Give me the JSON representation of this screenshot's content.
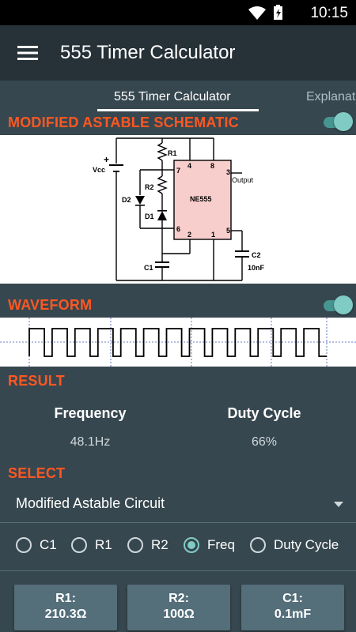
{
  "status": {
    "time": "10:15"
  },
  "app": {
    "title": "555 Timer Calculator"
  },
  "tabs": [
    {
      "label": "555 Timer Calculator"
    },
    {
      "label": "Explanat"
    }
  ],
  "schematic": {
    "title": "MODIFIED ASTABLE SCHEMATIC",
    "labels": {
      "r1": "R1",
      "r2": "R2",
      "d1": "D1",
      "d2": "D2",
      "c1": "C1",
      "c2": "C2",
      "c2_value": "10nF",
      "vcc": "Vcc",
      "plus": "+",
      "chip": "NE555",
      "output": "Output",
      "pin4": "4",
      "pin8": "8",
      "pin7": "7",
      "pin3": "3",
      "pin6": "6",
      "pin2": "2",
      "pin1": "1",
      "pin5": "5"
    }
  },
  "waveform": {
    "title": "WAVEFORM"
  },
  "result": {
    "title": "RESULT",
    "frequency_label": "Frequency",
    "frequency_value": "48.1Hz",
    "duty_label": "Duty Cycle",
    "duty_value": "66%"
  },
  "select": {
    "title": "SELECT",
    "value": "Modified Astable Circuit"
  },
  "radios": [
    {
      "label": "C1",
      "checked": false
    },
    {
      "label": "R1",
      "checked": false
    },
    {
      "label": "R2",
      "checked": false
    },
    {
      "label": "Freq",
      "checked": true
    },
    {
      "label": "Duty Cycle",
      "checked": false
    }
  ],
  "buttons": [
    {
      "name": "R1:",
      "value": "210.3Ω"
    },
    {
      "name": "R2:",
      "value": "100Ω"
    },
    {
      "name": "C1:",
      "value": "0.1mF"
    }
  ],
  "colors": {
    "accent": "#FF5722",
    "toggle": "#80CBC4",
    "background": "#37474F",
    "appbar": "#263238"
  }
}
